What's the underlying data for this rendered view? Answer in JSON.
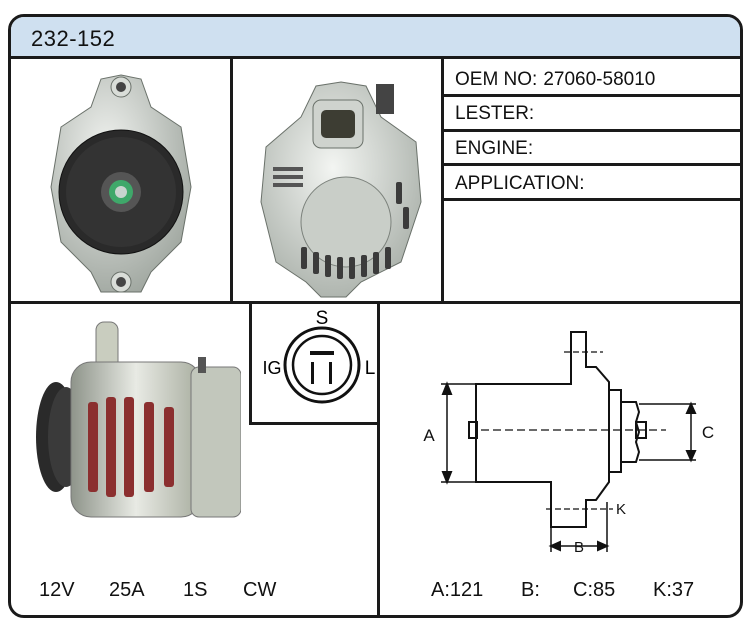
{
  "header": {
    "part_number": "232-152"
  },
  "info": {
    "oem_label": "OEM NO:",
    "oem_value": "27060-58010",
    "lester_label": "LESTER:",
    "lester_value": "",
    "engine_label": "ENGINE:",
    "engine_value": "",
    "application_label": "APPLICATION:",
    "application_value": ""
  },
  "specs": {
    "voltage": "12V",
    "amperage": "25A",
    "position": "1S",
    "rotation": "CW"
  },
  "connector": {
    "top": "S",
    "left": "IG",
    "right": "L"
  },
  "diagram": {
    "a": "A",
    "b": "B",
    "c": "C",
    "k": "K"
  },
  "dimensions": {
    "a": "A:121",
    "b": "B:",
    "c": "C:85",
    "k": "K:37"
  }
}
